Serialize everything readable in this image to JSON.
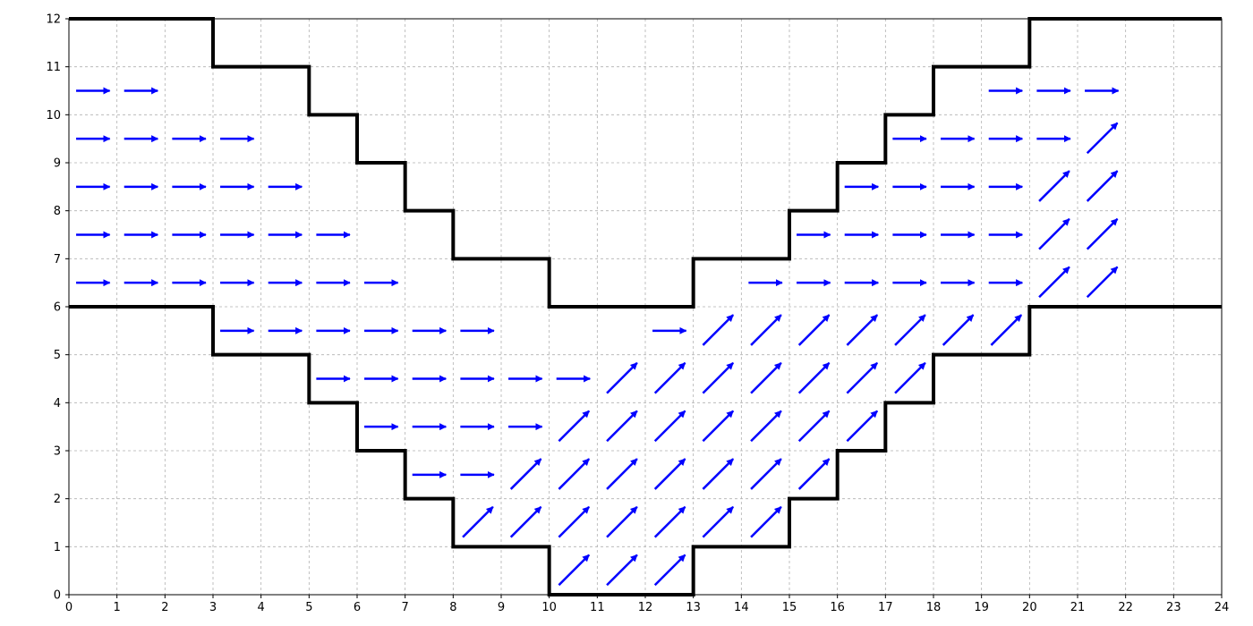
{
  "chart_data": {
    "type": "quiver",
    "title": "",
    "xlabel": "",
    "ylabel": "",
    "xlim": [
      0,
      24
    ],
    "ylim": [
      0,
      12
    ],
    "xticks": [
      0,
      1,
      2,
      3,
      4,
      5,
      6,
      7,
      8,
      9,
      10,
      11,
      12,
      13,
      14,
      15,
      16,
      17,
      18,
      19,
      20,
      21,
      22,
      23,
      24
    ],
    "yticks": [
      0,
      1,
      2,
      3,
      4,
      5,
      6,
      7,
      8,
      9,
      10,
      11,
      12
    ],
    "grid": true,
    "colors": {
      "arrow": "#0000ff",
      "boundary": "#000000",
      "grid": "#b0b0b0"
    },
    "upper_boundary": [
      [
        0,
        12
      ],
      [
        3,
        12
      ],
      [
        3,
        11
      ],
      [
        5,
        11
      ],
      [
        5,
        10
      ],
      [
        6,
        10
      ],
      [
        6,
        9
      ],
      [
        7,
        9
      ],
      [
        7,
        8
      ],
      [
        8,
        8
      ],
      [
        8,
        7
      ],
      [
        10,
        7
      ],
      [
        10,
        6
      ],
      [
        13,
        6
      ],
      [
        13,
        7
      ],
      [
        15,
        7
      ],
      [
        15,
        8
      ],
      [
        16,
        8
      ],
      [
        16,
        9
      ],
      [
        17,
        9
      ],
      [
        17,
        10
      ],
      [
        18,
        10
      ],
      [
        18,
        11
      ],
      [
        20,
        11
      ],
      [
        20,
        12
      ],
      [
        24,
        12
      ]
    ],
    "lower_boundary": [
      [
        0,
        6
      ],
      [
        3,
        6
      ],
      [
        3,
        5
      ],
      [
        5,
        5
      ],
      [
        5,
        4
      ],
      [
        6,
        4
      ],
      [
        6,
        3
      ],
      [
        7,
        3
      ],
      [
        7,
        2
      ],
      [
        8,
        2
      ],
      [
        8,
        1
      ],
      [
        10,
        1
      ],
      [
        10,
        0
      ],
      [
        13,
        0
      ],
      [
        13,
        1
      ],
      [
        15,
        1
      ],
      [
        15,
        2
      ],
      [
        16,
        2
      ],
      [
        16,
        3
      ],
      [
        17,
        3
      ],
      [
        17,
        4
      ],
      [
        18,
        4
      ],
      [
        18,
        5
      ],
      [
        20,
        5
      ],
      [
        20,
        6
      ],
      [
        24,
        6
      ]
    ],
    "arrows": [
      {
        "row": 10.5,
        "right": [
          0.5,
          1.5
        ],
        "diag": []
      },
      {
        "row": 10.5,
        "right": [
          19.5,
          20.5,
          21.5
        ],
        "diag": []
      },
      {
        "row": 9.5,
        "right": [
          0.5,
          1.5,
          2.5,
          3.5
        ],
        "diag": []
      },
      {
        "row": 9.5,
        "right": [
          17.5,
          18.5,
          19.5,
          20.5
        ],
        "diag": [
          21.5
        ]
      },
      {
        "row": 8.5,
        "right": [
          0.5,
          1.5,
          2.5,
          3.5,
          4.5
        ],
        "diag": []
      },
      {
        "row": 8.5,
        "right": [
          16.5,
          17.5,
          18.5,
          19.5
        ],
        "diag": [
          20.5,
          21.5
        ]
      },
      {
        "row": 7.5,
        "right": [
          0.5,
          1.5,
          2.5,
          3.5,
          4.5,
          5.5
        ],
        "diag": []
      },
      {
        "row": 7.5,
        "right": [
          15.5,
          16.5,
          17.5,
          18.5,
          19.5
        ],
        "diag": [
          20.5,
          21.5
        ]
      },
      {
        "row": 6.5,
        "right": [
          0.5,
          1.5,
          2.5,
          3.5,
          4.5,
          5.5,
          6.5
        ],
        "diag": []
      },
      {
        "row": 6.5,
        "right": [
          14.5,
          15.5,
          16.5,
          17.5,
          18.5,
          19.5
        ],
        "diag": [
          20.5,
          21.5
        ]
      },
      {
        "row": 5.5,
        "right": [
          3.5,
          4.5,
          5.5,
          6.5,
          7.5,
          8.5,
          12.5
        ],
        "diag": [
          13.5,
          14.5,
          15.5,
          16.5,
          17.5,
          18.5,
          19.5
        ]
      },
      {
        "row": 4.5,
        "right": [
          5.5,
          6.5,
          7.5,
          8.5,
          9.5,
          10.5
        ],
        "diag": [
          11.5,
          12.5,
          13.5,
          14.5,
          15.5,
          16.5,
          17.5
        ]
      },
      {
        "row": 3.5,
        "right": [
          6.5,
          7.5,
          8.5,
          9.5
        ],
        "diag": [
          10.5,
          11.5,
          12.5,
          13.5,
          14.5,
          15.5,
          16.5
        ]
      },
      {
        "row": 2.5,
        "right": [
          7.5,
          8.5
        ],
        "diag": [
          9.5,
          10.5,
          11.5,
          12.5,
          13.5,
          14.5,
          15.5
        ]
      },
      {
        "row": 1.5,
        "right": [],
        "diag": [
          8.5,
          9.5,
          10.5,
          11.5,
          12.5,
          13.5,
          14.5
        ]
      },
      {
        "row": 0.5,
        "right": [],
        "diag": [
          10.5,
          11.5,
          12.5
        ]
      }
    ]
  }
}
